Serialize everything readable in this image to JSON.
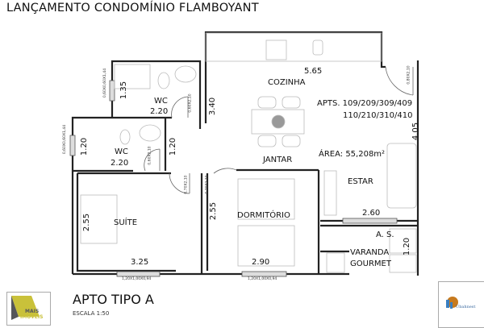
{
  "title": "LANÇAMENTO CONDOMÍNIO FLAMBOYANT",
  "rooms": {
    "cozinha": "COZINHA",
    "jantar": "JANTAR",
    "estar": "ESTAR",
    "wc1": "WC",
    "wc2": "WC",
    "suite": "SUÍTE",
    "dormitorio": "DORMITÓRIO",
    "as": "A. S.",
    "varanda1": "VARANDA",
    "varanda2": "GOURMET"
  },
  "dimensions": {
    "cozinha_w": "5.65",
    "cozinha_h": "3.40",
    "right_h": "4.05",
    "wc1_h": "1.35",
    "wc1_w": "2.20",
    "wc2_h": "1.20",
    "wc2_w": "2.20",
    "hall_h": "1.20",
    "suite_h": "2.55",
    "suite_w": "3.25",
    "dorm_h": "2.55",
    "dorm_w": "2.90",
    "estar_w": "2.60",
    "as_h": "1.20"
  },
  "apts_line1": "APTS. 109/209/309/409",
  "apts_line2": "110/210/310/410",
  "area": "ÁREA: 55,208m²",
  "doors": {
    "entry": "0,80X2,10",
    "wc1": "0,60X2,10",
    "wc2": "0,60X2,10",
    "suite": "0,70X2,10",
    "dorm": "0,70X2,10"
  },
  "windows": {
    "wc1": "0,60X0,60X1,44",
    "wc2": "0,60X0,60X1,44",
    "suite": "1,20X1,00X0,94",
    "dorm": "1,20X1,00X0,94"
  },
  "footer": {
    "apto": "APTO TIPO A",
    "escala": "ESCALA 1:50",
    "logo_left": "MAIS IMÓVEIS",
    "logo_right": "Ubahnest"
  },
  "colors": {
    "wall": "#222222",
    "furniture": "#bbbbbb",
    "logo_yellow": "#c9c13a",
    "logo_gray": "#55565a"
  }
}
